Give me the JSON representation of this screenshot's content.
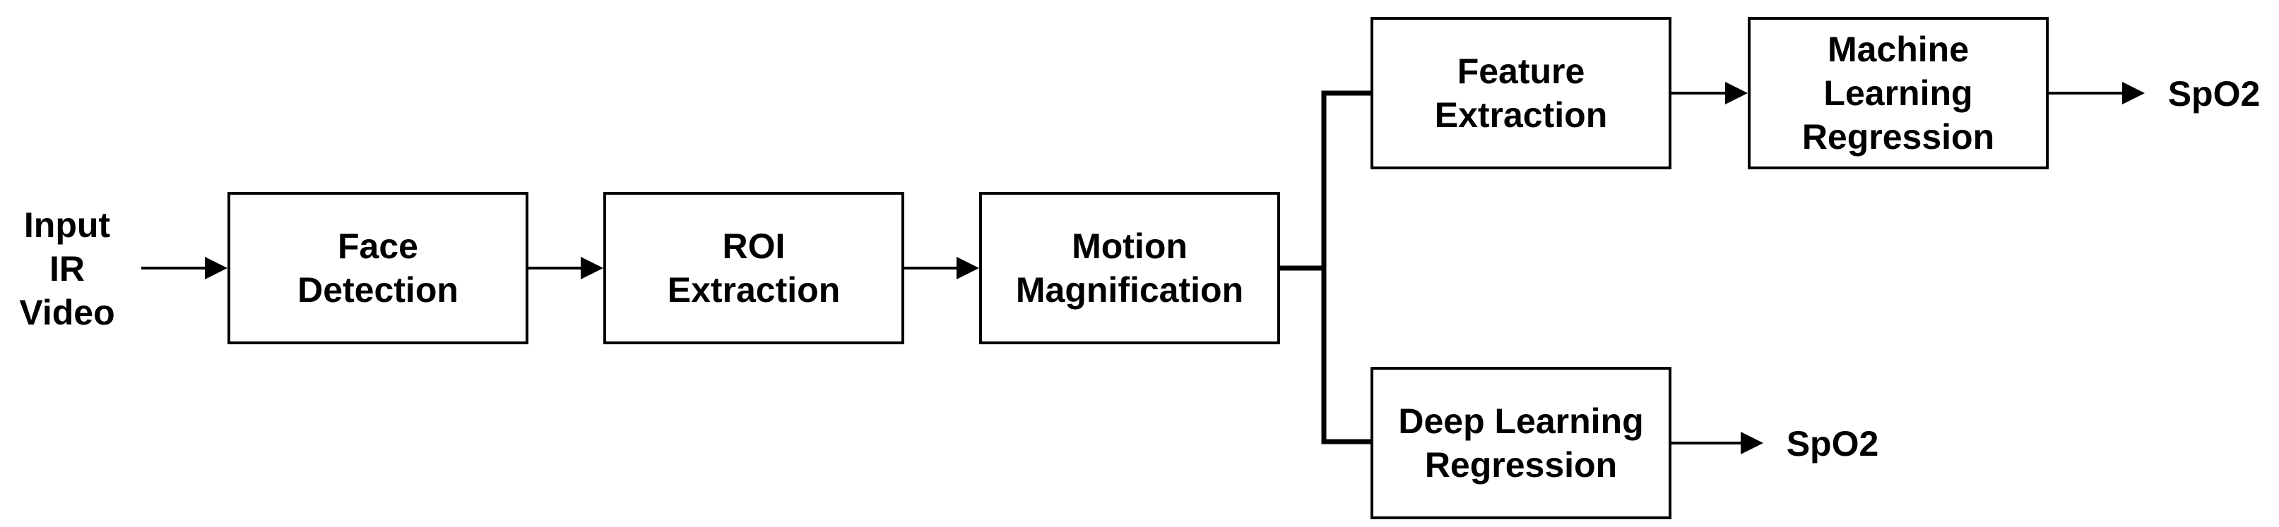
{
  "input": {
    "lines": [
      "Input",
      "IR",
      "Video"
    ]
  },
  "boxes": {
    "face_detection": {
      "lines": [
        "Face",
        "Detection"
      ]
    },
    "roi_extraction": {
      "lines": [
        "ROI",
        "Extraction"
      ]
    },
    "motion_magnification": {
      "lines": [
        "Motion",
        "Magnification"
      ]
    },
    "feature_extraction": {
      "lines": [
        "Feature",
        "Extraction"
      ]
    },
    "ml_regression": {
      "lines": [
        "Machine",
        "Learning",
        "Regression"
      ]
    },
    "dl_regression": {
      "lines": [
        "Deep Learning",
        "Regression"
      ]
    }
  },
  "outputs": {
    "ml_output": "SpO2",
    "dl_output": "SpO2"
  },
  "colors": {
    "stroke": "#000000",
    "background": "#ffffff"
  }
}
